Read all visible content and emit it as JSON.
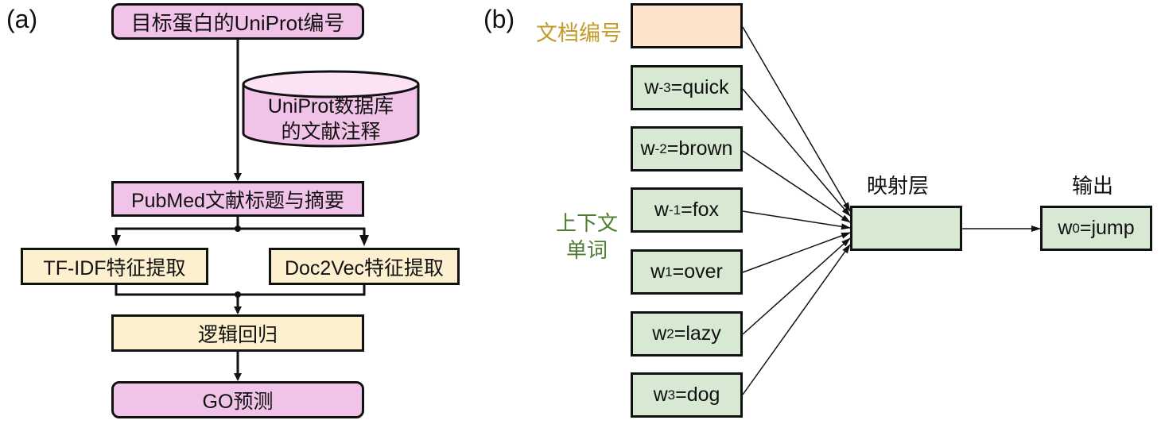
{
  "panel_a": {
    "label": "(a)",
    "uniprot_id": "目标蛋白的UniProt编号",
    "database_line1": "UniProt数据库",
    "database_line2": "的文献注释",
    "pubmed": "PubMed文献标题与摘要",
    "tfidf": "TF-IDF特征提取",
    "doc2vec": "Doc2Vec特征提取",
    "logreg": "逻辑回归",
    "go_predict": "GO预测"
  },
  "panel_b": {
    "label": "(b)",
    "doc_id_label": "文档编号",
    "context_label_line1": "上下文",
    "context_label_line2": "单词",
    "projection_label": "映射层",
    "output_label": "输出",
    "context_words": [
      {
        "w": "w",
        "sub": "-3",
        "word": "=quick"
      },
      {
        "w": "w",
        "sub": "-2",
        "word": "=brown"
      },
      {
        "w": "w",
        "sub": "-1",
        "word": "=fox"
      },
      {
        "w": "w",
        "sub": "1",
        "word": "=over"
      },
      {
        "w": "w",
        "sub": "2",
        "word": "=lazy"
      },
      {
        "w": "w",
        "sub": "3",
        "word": "=dog"
      }
    ],
    "output_word": {
      "w": "w",
      "sub": "0",
      "word": "=jump"
    }
  },
  "colors": {
    "pink": "#f2c3e8",
    "cream": "#fdf0cf",
    "peach": "#fde3cb",
    "green": "#d7e8d3",
    "doc_label": "#c49a2a",
    "context_label": "#4e7d31"
  }
}
